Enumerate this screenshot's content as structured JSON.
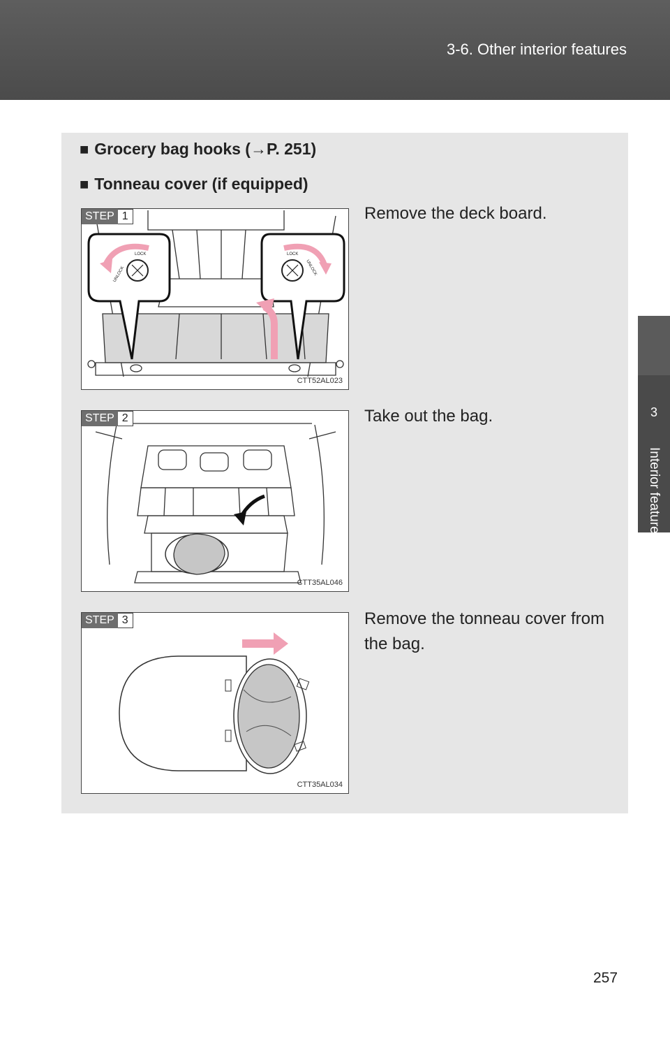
{
  "header": {
    "section_title": "3-6. Other interior features"
  },
  "side_tab": {
    "chapter_number": "3",
    "chapter_label": "Interior features"
  },
  "headings": [
    {
      "square": "■",
      "text": "Grocery bag hooks (→P. 251)"
    },
    {
      "square": "■",
      "text": "Tonneau cover (if equipped)"
    }
  ],
  "steps": [
    {
      "badge_label": "STEP",
      "badge_number": "1",
      "text": "Remove the deck board.",
      "figure_code": "CTT52AL023",
      "knob_left_labels": [
        "UNLOCK",
        "LOCK"
      ],
      "knob_right_labels": [
        "LOCK",
        "UNLOCK"
      ]
    },
    {
      "badge_label": "STEP",
      "badge_number": "2",
      "text": "Take out the bag.",
      "figure_code": "CTT35AL046"
    },
    {
      "badge_label": "STEP",
      "badge_number": "3",
      "text": "Remove the tonneau cover from the bag.",
      "figure_code": "CTT35AL034"
    }
  ],
  "colors": {
    "arrow_pink": "#f0a0b4",
    "header_gray": "#555555",
    "panel_gray": "#e6e6e6"
  },
  "page_number": "257"
}
